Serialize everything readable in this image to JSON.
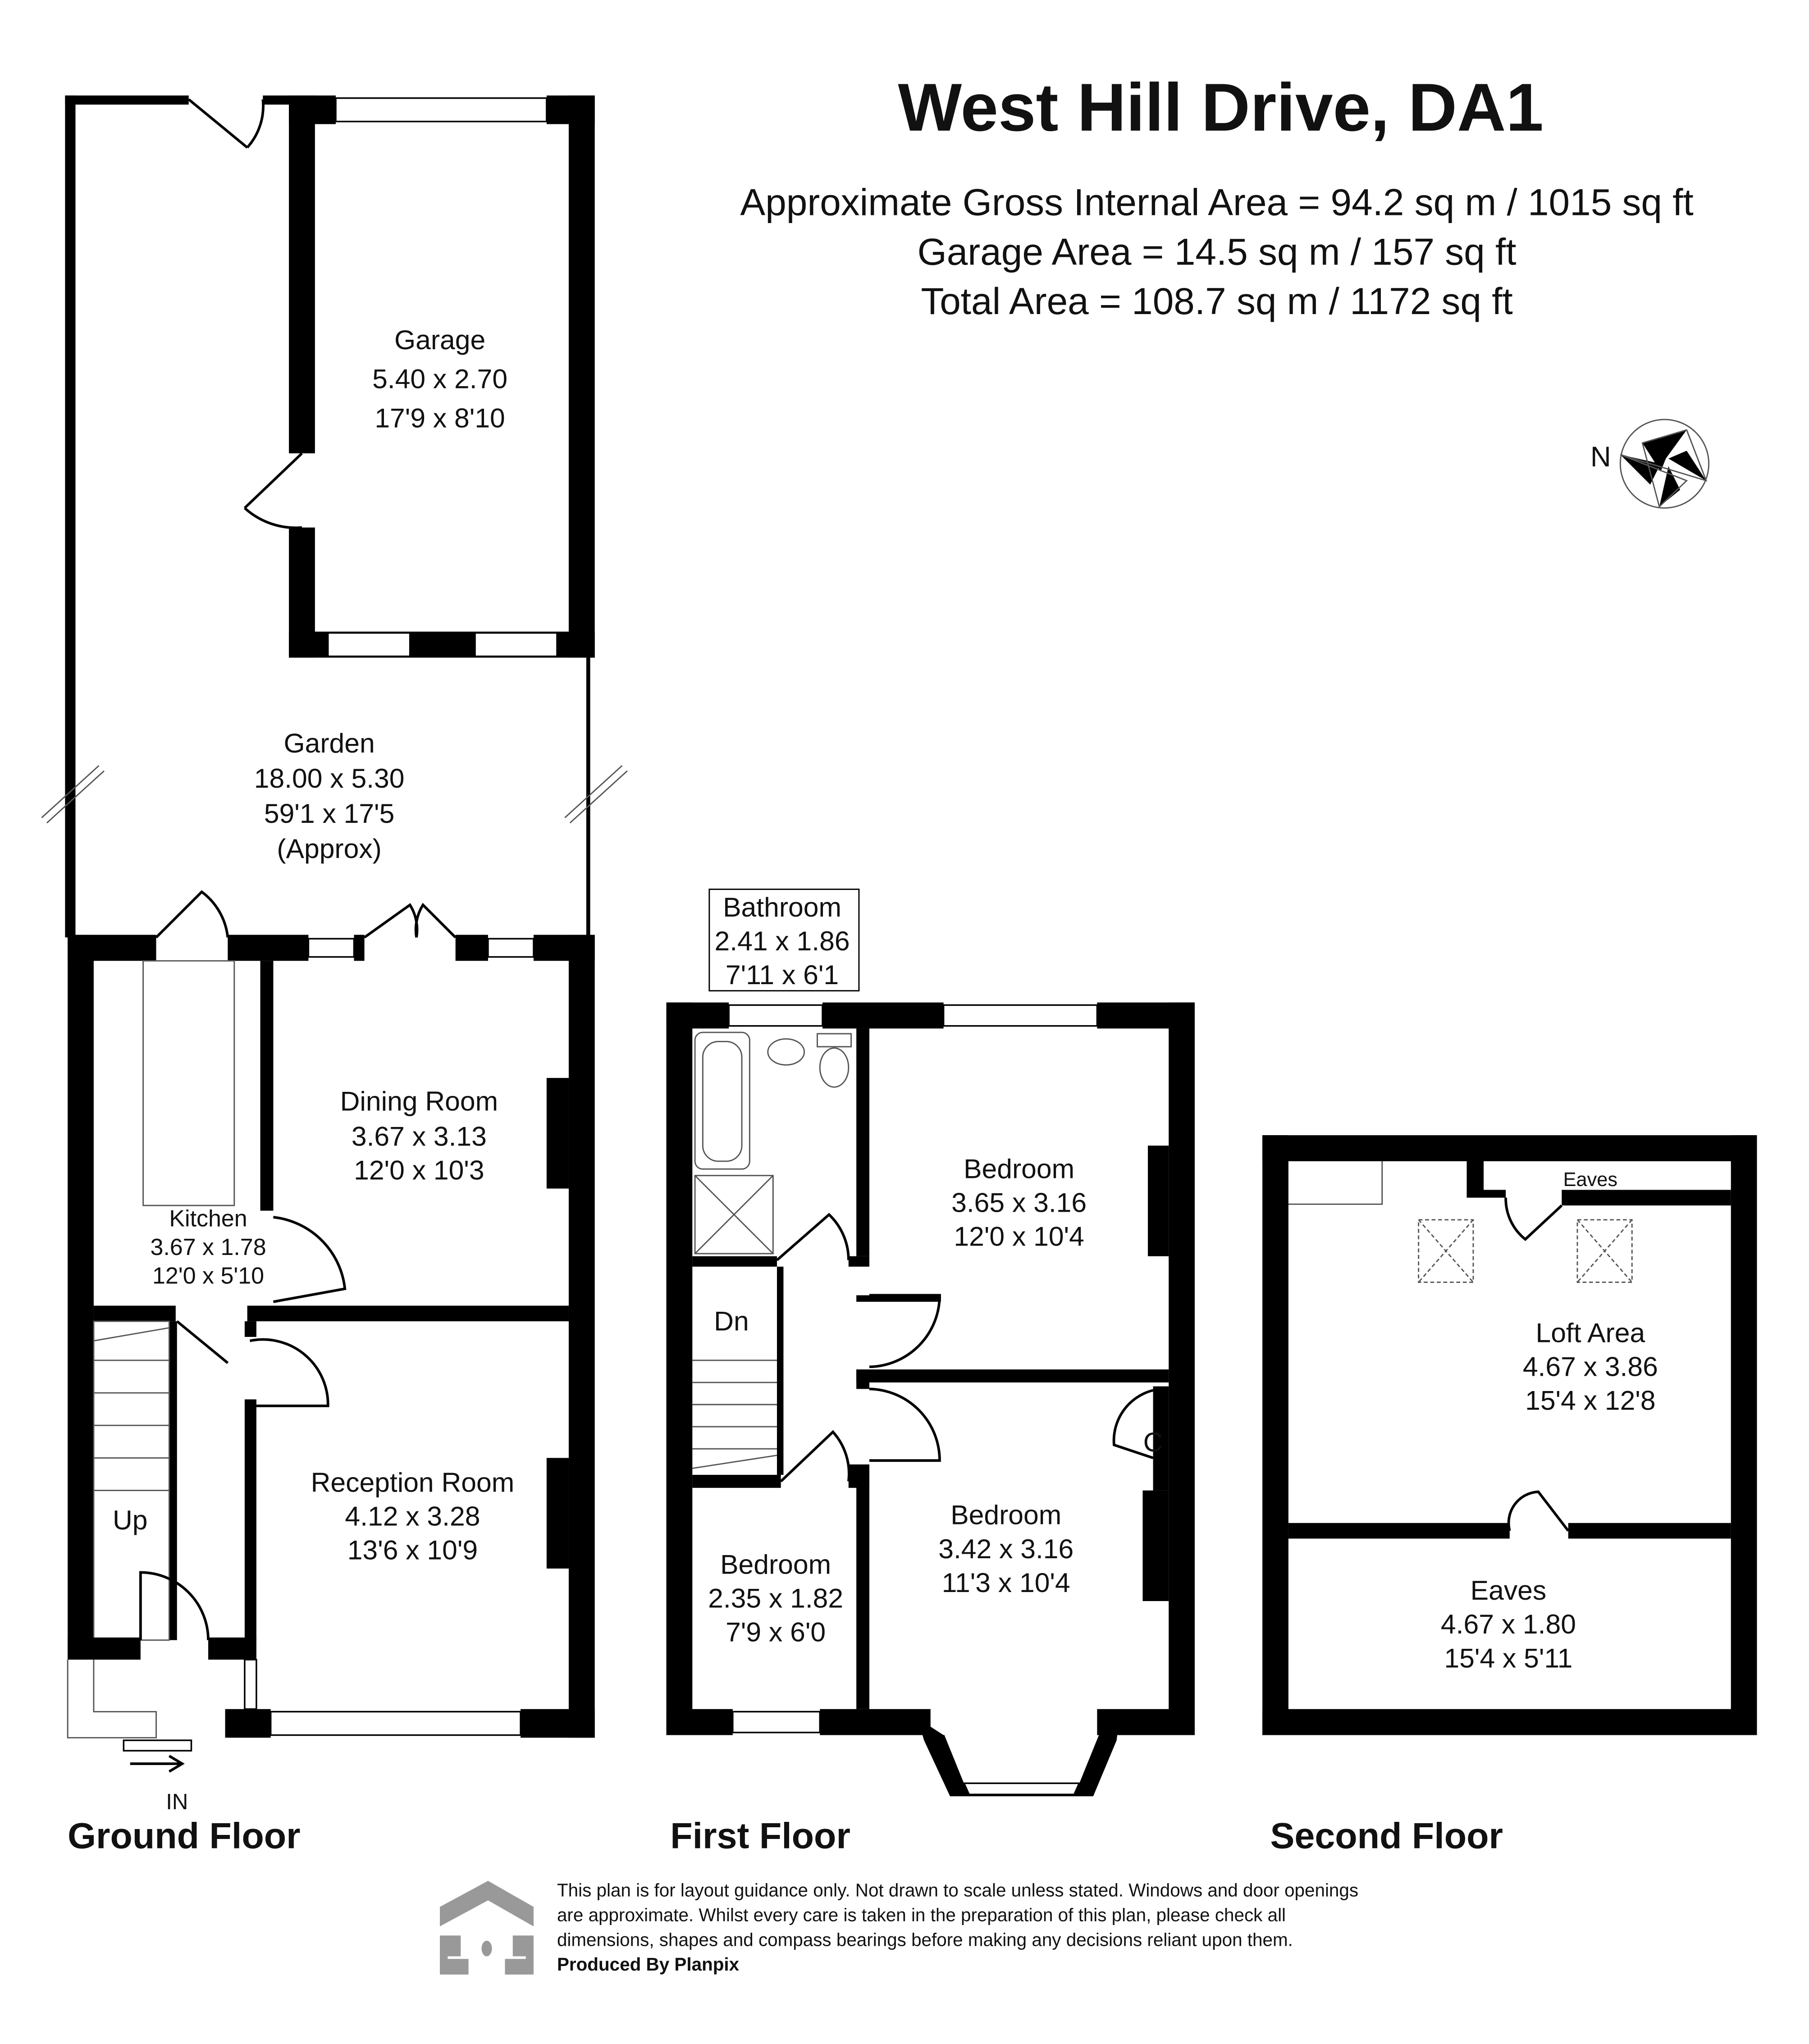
{
  "title": "West Hill Drive, DA1",
  "areas": [
    "Approximate Gross Internal Area =  94.2 sq m / 1015 sq ft",
    "Garage Area = 14.5 sq m / 157 sq ft",
    "Total Area = 108.7 sq m / 1172 sq ft"
  ],
  "compass": {
    "label": "N",
    "icon": "compass-rose-icon"
  },
  "floors": {
    "ground": "Ground Floor",
    "first": "First Floor",
    "second": "Second Floor"
  },
  "rooms": {
    "garage": [
      "Garage",
      "5.40 x 2.70",
      "17'9 x 8'10"
    ],
    "garden": [
      "Garden",
      "18.00 x 5.30",
      "59'1 x 17'5",
      "(Approx)"
    ],
    "dining": [
      "Dining Room",
      "3.67 x 3.13",
      "12'0 x 10'3"
    ],
    "kitchen": [
      "Kitchen",
      "3.67 x 1.78",
      "12'0 x 5'10"
    ],
    "reception": [
      "Reception Room",
      "4.12 x 3.28",
      "13'6 x 10'9"
    ],
    "bathroom": [
      "Bathroom",
      "2.41 x 1.86",
      "7'11 x 6'1"
    ],
    "bedroom1": [
      "Bedroom",
      "3.65 x 3.16",
      "12'0 x 10'4"
    ],
    "bedroom2": [
      "Bedroom",
      "3.42 x 3.16",
      "11'3 x 10'4"
    ],
    "bedroom3": [
      "Bedroom",
      "2.35 x 1.82",
      "7'9 x 6'0"
    ],
    "loft": [
      "Loft Area",
      "4.67 x 3.86",
      "15'4 x 12'8"
    ],
    "eaves": [
      "Eaves",
      "4.67 x 1.80",
      "15'4 x 5'11"
    ]
  },
  "labels": {
    "up": "Up",
    "dn": "Dn",
    "in": "IN",
    "cupboard": "C",
    "eaves_small": "Eaves"
  },
  "disclaimer": [
    "This plan is for layout guidance only. Not drawn to scale unless stated. Windows and door openings",
    "are approximate. Whilst every care is taken in the preparation of this plan, please check all",
    "dimensions, shapes and compass bearings before making any decisions reliant upon them."
  ],
  "produced_by": "Produced By Planpix",
  "colors": {
    "walls": "#000000",
    "logo": "#999999"
  }
}
